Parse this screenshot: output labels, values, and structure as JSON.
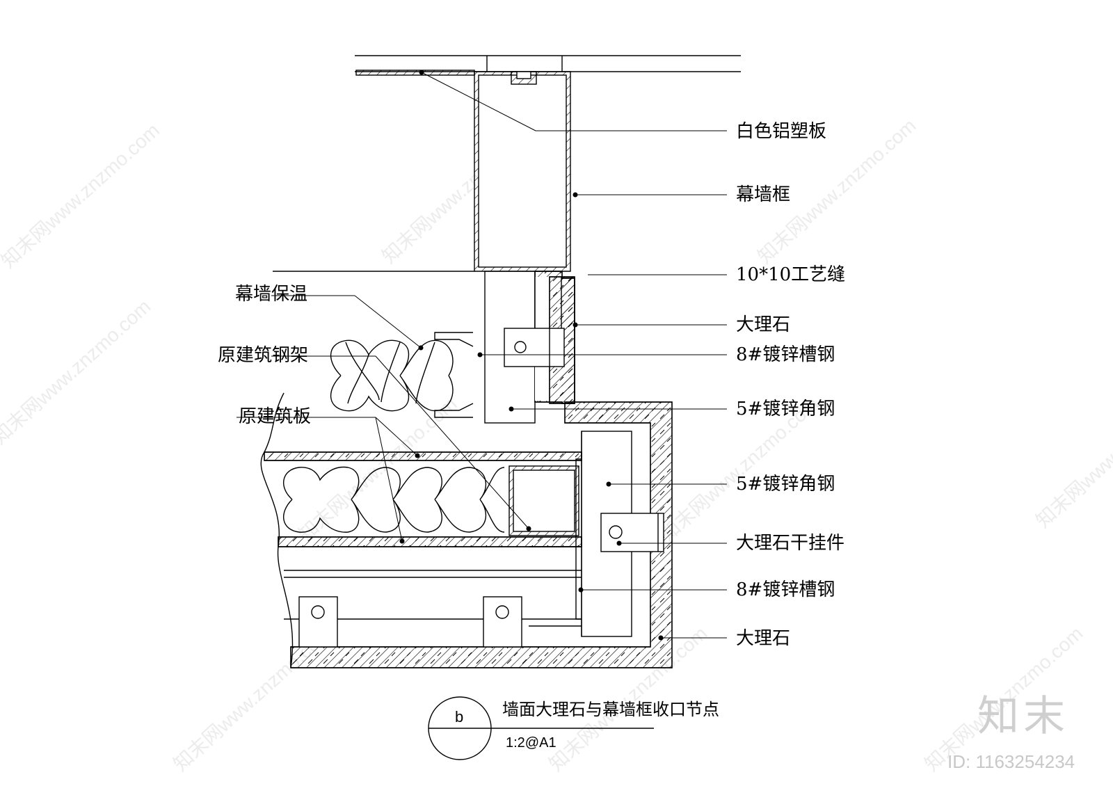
{
  "labels_right": [
    {
      "id": "r1",
      "text": "白色铝塑板"
    },
    {
      "id": "r2",
      "text": "幕墙框"
    },
    {
      "id": "r3",
      "text": "10*10工艺缝"
    },
    {
      "id": "r4",
      "text": "大理石"
    },
    {
      "id": "r5",
      "text": "8#镀锌槽钢"
    },
    {
      "id": "r6",
      "text": "5#镀锌角钢"
    },
    {
      "id": "r7",
      "text": "5#镀锌角钢"
    },
    {
      "id": "r8",
      "text": "大理石干挂件"
    },
    {
      "id": "r9",
      "text": "8#镀锌槽钢"
    },
    {
      "id": "r10",
      "text": "大理石"
    }
  ],
  "labels_left": [
    {
      "id": "l1",
      "text": "幕墙保温"
    },
    {
      "id": "l2",
      "text": "原建筑钢架"
    },
    {
      "id": "l3",
      "text": "原建筑板"
    }
  ],
  "title": {
    "callout": "b",
    "name": "墙面大理石与幕墙框收口节点",
    "scale": "1:2@A1"
  },
  "watermark": {
    "text": "知末网www.znzmo.com",
    "logo": "知末",
    "id_text": "ID: 1163254234"
  },
  "colors": {
    "line": "#000000",
    "watermark": "#dcdcdc"
  }
}
